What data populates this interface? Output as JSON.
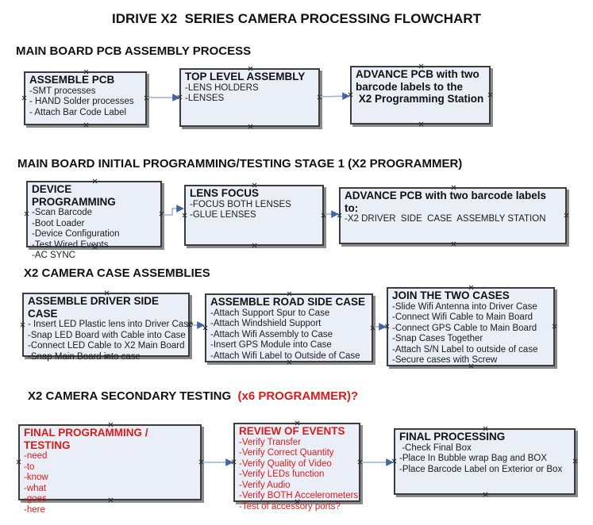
{
  "title": "IDRIVE X2  SERIES CAMERA PROCESSING FLOWCHART",
  "colors": {
    "box_fill": "#e9eef7",
    "box_border": "#3c3c3c",
    "box_shadow": "#8a8a8a",
    "arrow_line": "#9db0ca",
    "arrow_head": "#3f65a3",
    "red_text": "#d61c1c"
  },
  "sections": [
    {
      "heading": "MAIN BOARD PCB ASSEMBLY PROCESS",
      "boxes": [
        {
          "title": "ASSEMBLE PCB",
          "items": [
            "-SMT processes",
            "- HAND Solder processes",
            "- Attach Bar Code Label"
          ]
        },
        {
          "title": "TOP LEVEL ASSEMBLY",
          "items": [
            "-LENS HOLDERS",
            "-LENSES"
          ]
        },
        {
          "title": "ADVANCE PCB with two\nbarcode labels to the\n X2 Programming Station",
          "items": []
        }
      ]
    },
    {
      "heading": "MAIN BOARD INITIAL PROGRAMMING/TESTING STAGE 1 (X2 PROGRAMMER)",
      "boxes": [
        {
          "title": "DEVICE PROGRAMMING",
          "items": [
            "-Scan Barcode",
            "-Boot Loader",
            "-Device Configuration",
            "-Test Wired Events",
            "-AC SYNC"
          ]
        },
        {
          "title": "LENS FOCUS",
          "items": [
            "-FOCUS BOTH LENSES",
            "-GLUE LENSES"
          ]
        },
        {
          "title": "ADVANCE PCB with two barcode labels to:",
          "items": [
            "-X2 DRIVER  SIDE  CASE  ASSEMBLY STATION"
          ]
        }
      ]
    },
    {
      "heading": "X2 CAMERA CASE ASSEMBLIES",
      "boxes": [
        {
          "title": "ASSEMBLE DRIVER SIDE CASE",
          "items": [
            "- Insert LED Plastic lens into Driver Case",
            "-Snap LED Board with Cable into Case",
            "-Connect LED Cable to X2 Main Board",
            "-Snap Main Board into case"
          ]
        },
        {
          "title": "ASSEMBLE ROAD SIDE CASE",
          "items": [
            "-Attach Support Spur to Case",
            "-Attach Windshield Support",
            "-Attach Wifi Assembly to Case",
            "-Insert GPS Module into Case",
            "-Attach Wifi Label to Outside of Case"
          ]
        },
        {
          "title": "JOIN THE TWO CASES",
          "items": [
            "-Slide Wifi Antenna into Driver Case",
            "-Connect Wifi Cable to Main Board",
            "-Connect GPS Cable to Main Board",
            "-Snap Cases Together",
            "-Attach S/N Label to outside of case",
            "-Secure cases with Screw"
          ]
        }
      ]
    },
    {
      "heading": "X2 CAMERA SECONDARY TESTING",
      "heading_red": "  (x6 PROGRAMMER)?",
      "boxes": [
        {
          "title": "FINAL PROGRAMMING / TESTING",
          "items": [
            "-need",
            "-to",
            "-know",
            "-what",
            "-goes",
            "-here"
          ]
        },
        {
          "title": "REVIEW OF EVENTS",
          "items": [
            "-Verify Transfer",
            "-Verify Correct Quantity",
            "-Verify Quality of Video",
            "-Verify LEDs function",
            "-Verify Audio",
            "-Verify BOTH Accelerometers",
            "-Test of accessory ports?"
          ]
        },
        {
          "title": "FINAL PROCESSING",
          "items": [
            " -Check Final Box",
            "-Place In Bubble wrap Bag and BOX",
            "-Place Barcode Label on Exterior or Box"
          ]
        }
      ]
    }
  ]
}
